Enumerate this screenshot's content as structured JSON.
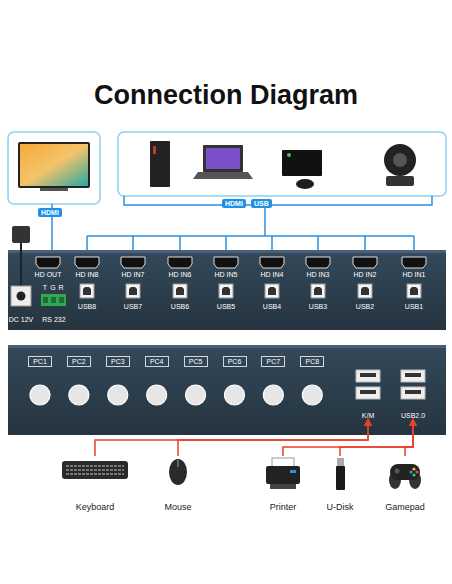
{
  "diagram": {
    "title": "Connection Diagram",
    "nodes": [
      {
        "text": [
          "HD OUT"
        ]
      },
      {
        "text": [
          "HD IN8"
        ]
      },
      {
        "text": [
          "HD IN7"
        ]
      },
      {
        "text": [
          "HD IN6"
        ]
      },
      {
        "text": [
          "HD IN5"
        ]
      },
      {
        "text": [
          "HD IN4"
        ]
      },
      {
        "text": [
          "HD IN3"
        ]
      },
      {
        "text": [
          "HD IN2"
        ]
      },
      {
        "text": [
          "HD IN1"
        ]
      },
      {
        "text": [
          "USB8"
        ]
      },
      {
        "text": [
          "USB7"
        ]
      },
      {
        "text": [
          "USB6"
        ]
      },
      {
        "text": [
          "USB5"
        ]
      },
      {
        "text": [
          "USB4"
        ]
      },
      {
        "text": [
          "USB3"
        ]
      },
      {
        "text": [
          "USB2"
        ]
      },
      {
        "text": [
          "USB1"
        ]
      },
      {
        "text": [
          "DC 12V"
        ]
      },
      {
        "text": [
          "RS 232"
        ]
      },
      {
        "text": [
          "PC1"
        ]
      },
      {
        "text": [
          "PC2"
        ]
      },
      {
        "text": [
          "PC3"
        ]
      },
      {
        "text": [
          "PC4"
        ]
      },
      {
        "text": [
          "PC5"
        ]
      },
      {
        "text": [
          "PC6"
        ]
      },
      {
        "text": [
          "PC7"
        ]
      },
      {
        "text": [
          "PC8"
        ]
      },
      {
        "text": [
          "K/M"
        ]
      },
      {
        "text": [
          "USB2.0"
        ]
      },
      {
        "text": [
          "Keyboard"
        ]
      },
      {
        "text": [
          "Mouse"
        ]
      },
      {
        "text": [
          "Printer"
        ]
      },
      {
        "text": [
          "U-Disk"
        ]
      },
      {
        "text": [
          "Gamepad"
        ]
      }
    ],
    "edges": [
      {
        "from": 29,
        "to": 27,
        "arrow": "to"
      },
      {
        "from": 30,
        "to": 27,
        "arrow": "to"
      },
      {
        "from": 31,
        "to": 28,
        "arrow": "to"
      },
      {
        "from": 32,
        "to": 28,
        "arrow": "to"
      },
      {
        "from": 33,
        "to": 28,
        "arrow": "to"
      }
    ],
    "labels": [
      "HDMI",
      "HDMI",
      "USB",
      "T",
      "G",
      "R"
    ]
  }
}
